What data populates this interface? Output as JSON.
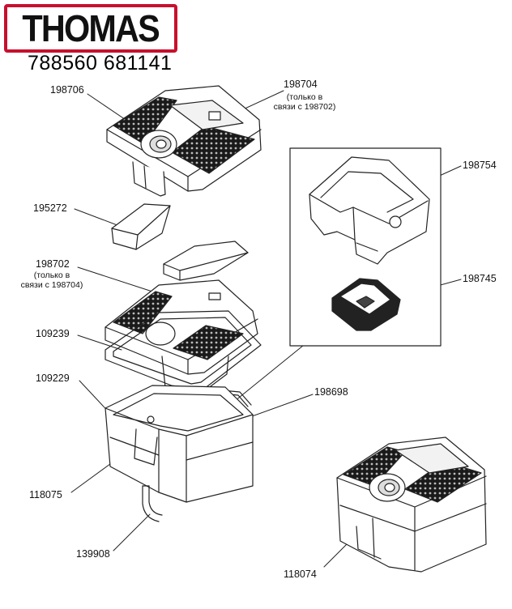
{
  "brand": {
    "logo_text": "THOMAS",
    "accent_color": "#c8102e"
  },
  "models": "788560 681141",
  "parts": [
    {
      "id": "p198706",
      "number": "198706",
      "note": ""
    },
    {
      "id": "p198704",
      "number": "198704",
      "note": "(только в\nсвязи с 198702)"
    },
    {
      "id": "p195272",
      "number": "195272",
      "note": ""
    },
    {
      "id": "p198754",
      "number": "198754",
      "note": ""
    },
    {
      "id": "p198702",
      "number": "198702",
      "note": "(только в\nсвязи с 198704)"
    },
    {
      "id": "p198745",
      "number": "198745",
      "note": ""
    },
    {
      "id": "p109239",
      "number": "109239",
      "note": ""
    },
    {
      "id": "p109229",
      "number": "109229",
      "note": ""
    },
    {
      "id": "p198698",
      "number": "198698",
      "note": ""
    },
    {
      "id": "p118075",
      "number": "118075",
      "note": ""
    },
    {
      "id": "p139908",
      "number": "139908",
      "note": ""
    },
    {
      "id": "p118074",
      "number": "118074",
      "note": ""
    }
  ]
}
